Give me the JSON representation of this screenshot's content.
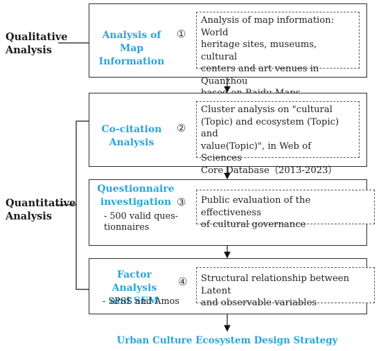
{
  "side_labels": {
    "qualitative": [
      "Qualitative",
      "Analysis"
    ],
    "quantitative": [
      "Quantitative",
      "Analysis"
    ]
  },
  "steps": [
    {
      "title": [
        "Analysis of Map",
        "Information"
      ],
      "number": "①",
      "description": [
        "Analysis of map information: World",
        "heritage sites, museums, cultural",
        "centers and art venues in Quanzhou",
        "based on Baidu Maps"
      ]
    },
    {
      "title": [
        "Co-citation",
        "Analysis"
      ],
      "number": "②",
      "description": [
        "Cluster analysis on \"cultural",
        "(Topic) and ecosystem (Topic) and",
        "value(Topic)\", in Web of Sciences",
        "Core Database（2013-2023）"
      ]
    },
    {
      "title": [
        "Questionnaire",
        "investigation"
      ],
      "note": [
        "- 500 valid ques-",
        "tionnaires"
      ],
      "number": "③",
      "description": [
        "Public evaluation of the effectiveness",
        "of cultural governance"
      ]
    },
    {
      "title": [
        "Factor Analysis",
        "and SEM"
      ],
      "note": [
        "- SPSS and Amos"
      ],
      "number": "④",
      "description": [
        "Structural relationship between Latent",
        "and observable variables"
      ]
    }
  ],
  "final_output": "Urban Culture Ecosystem Design Strategy",
  "colors": {
    "accent": "#2aa3dc",
    "border": "#2a2a2a"
  }
}
